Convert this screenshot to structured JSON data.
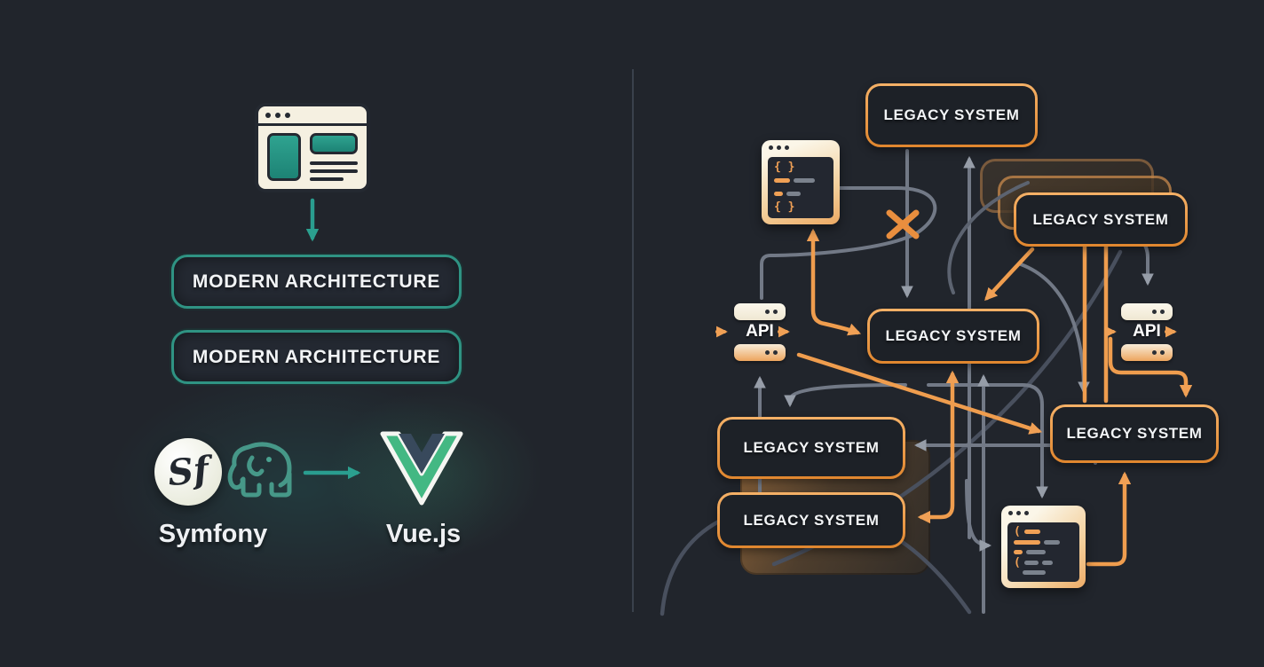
{
  "left": {
    "modern_boxes": [
      "MODERN ARCHITECTURE",
      "MODERN ARCHITECTURE"
    ],
    "stack_from": "Symfony",
    "stack_to": "Vue.js",
    "symfony_monogram": "Sf"
  },
  "right": {
    "legacy_top": "LEGACY SYSTEM",
    "legacy_stacked": "LEGACY SYSTEM",
    "legacy_center": "LEGACY SYSTEM",
    "legacy_right": "LEGACY SYSTEM",
    "legacy_lower_1": "LEGACY SYSTEM",
    "legacy_lower_2": "LEGACY SYSTEM",
    "api_left": "API",
    "api_right": "API"
  },
  "icons": {
    "browser": "browser-window-icon",
    "code_editor_top": "code-editor-icon",
    "code_editor_bottom": "code-editor-icon",
    "api_server_left": "server-stack-icon",
    "api_server_right": "server-stack-icon",
    "broken_connection": "x-mark-icon",
    "symfony": "symfony-logo",
    "elephant": "php-elephant-icon",
    "vue": "vuejs-logo"
  },
  "colors": {
    "background": "#21252c",
    "teal": "#2a9d8f",
    "teal_border": "#2f9383",
    "orange": "#ef9d4e",
    "gray_line": "#727986",
    "dark_line": "#49505e",
    "cream": "#f6f1e2",
    "vue_green": "#43b883",
    "vue_dark": "#38495c",
    "text": "#f2f4f6"
  }
}
